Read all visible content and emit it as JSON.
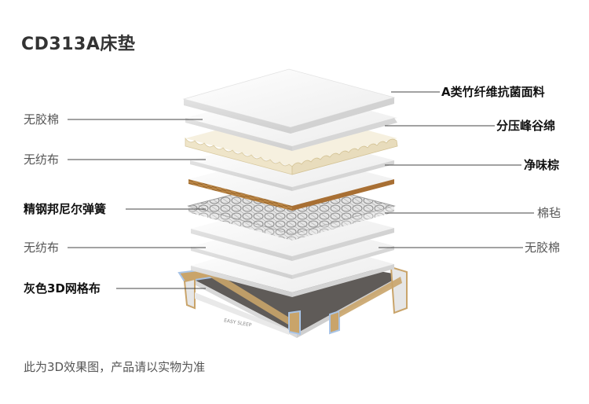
{
  "title": "CD313A床垫",
  "footnote": "此为3D效果图，产品请以实物为准",
  "labels": {
    "left": [
      {
        "text": "无胶棉",
        "bold": false
      },
      {
        "text": "无纺布",
        "bold": false
      },
      {
        "text": "精钢邦尼尔弹簧",
        "bold": true
      },
      {
        "text": "无纺布",
        "bold": false
      },
      {
        "text": "灰色3D网格布",
        "bold": true
      }
    ],
    "right": [
      {
        "text": "A类竹纤维抗菌面料",
        "bold": true
      },
      {
        "text": "分压峰谷绵",
        "bold": true
      },
      {
        "text": "净味棕",
        "bold": true
      },
      {
        "text": "棉毡",
        "bold": false
      },
      {
        "text": "无胶棉",
        "bold": false
      }
    ]
  },
  "brand_tag": "EASY SLEEP",
  "colors": {
    "layer_white": "#f7f7f7",
    "coir": "#b07a3a",
    "mesh_gray": "#5f5b58",
    "foam_cream": "#f3ecd9",
    "frame_gold": "#c9a46a",
    "frame_blue": "#a9c4e6",
    "leader_line": "#444444"
  }
}
